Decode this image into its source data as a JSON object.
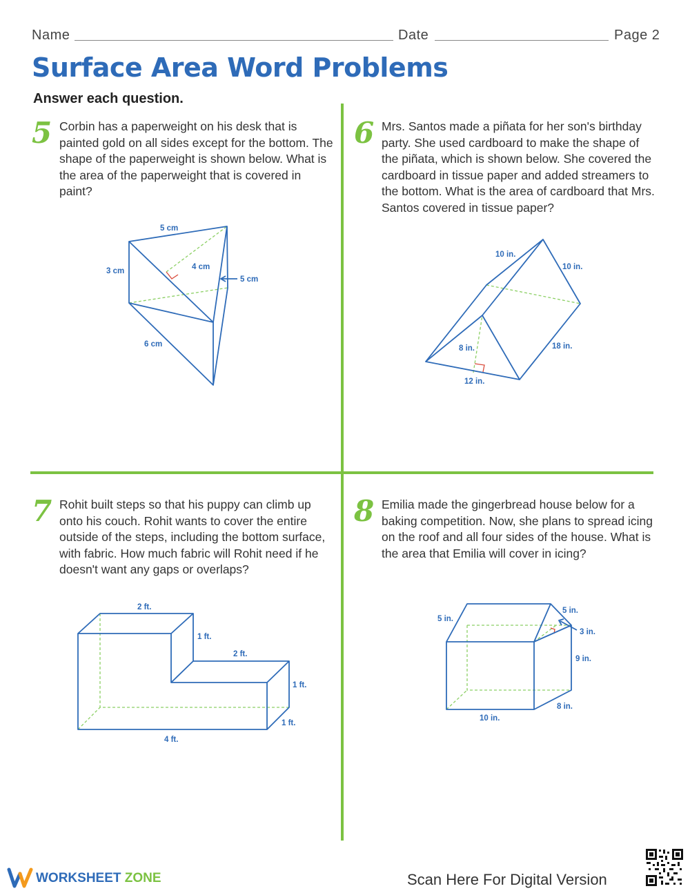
{
  "header": {
    "name_label": "Name",
    "date_label": "Date",
    "page_label": "Page 2"
  },
  "title": "Surface Area Word Problems",
  "instruction": "Answer each question.",
  "problems": [
    {
      "number": "5",
      "text": "Corbin has a paperweight on his desk that is painted gold on all sides except for the bottom. The shape of the paperweight is shown below. What is the area of the paperweight that is covered in paint?",
      "labels": [
        "5 cm",
        "3 cm",
        "4 cm",
        "5 cm",
        "6 cm"
      ]
    },
    {
      "number": "6",
      "text": "Mrs. Santos made a piñata for her son's birthday party. She used cardboard to make the shape of the piñata, which is shown below. She covered the cardboard in tissue paper and added streamers to the bottom. What is the area of cardboard that Mrs. Santos covered in tissue paper?",
      "labels": [
        "10 in.",
        "10 in.",
        "8 in.",
        "18 in.",
        "12 in."
      ]
    },
    {
      "number": "7",
      "text": "Rohit built steps so that his puppy can climb up onto his couch. Rohit wants to cover the entire outside of the steps, including the bottom surface, with fabric. How much fabric will Rohit need if he doesn't want any gaps or overlaps?",
      "labels": [
        "2 ft.",
        "1 ft.",
        "2 ft.",
        "1 ft.",
        "1 ft.",
        "4 ft."
      ]
    },
    {
      "number": "8",
      "text": "Emilia made the gingerbread house below for a baking competition. Now, she plans to spread icing on the roof and all four sides of the house. What is the area that Emilia will cover in icing?",
      "labels": [
        "5 in.",
        "5 in.",
        "3 in.",
        "9 in.",
        "8 in.",
        "10 in."
      ]
    }
  ],
  "footer": {
    "brand_main": "WORKSHEET",
    "brand_accent": "ZONE",
    "scan_text": "Scan Here For Digital Version"
  },
  "colors": {
    "title": "#2e6bb8",
    "accent": "#7cc242",
    "right_angle": "#d94b3b"
  }
}
